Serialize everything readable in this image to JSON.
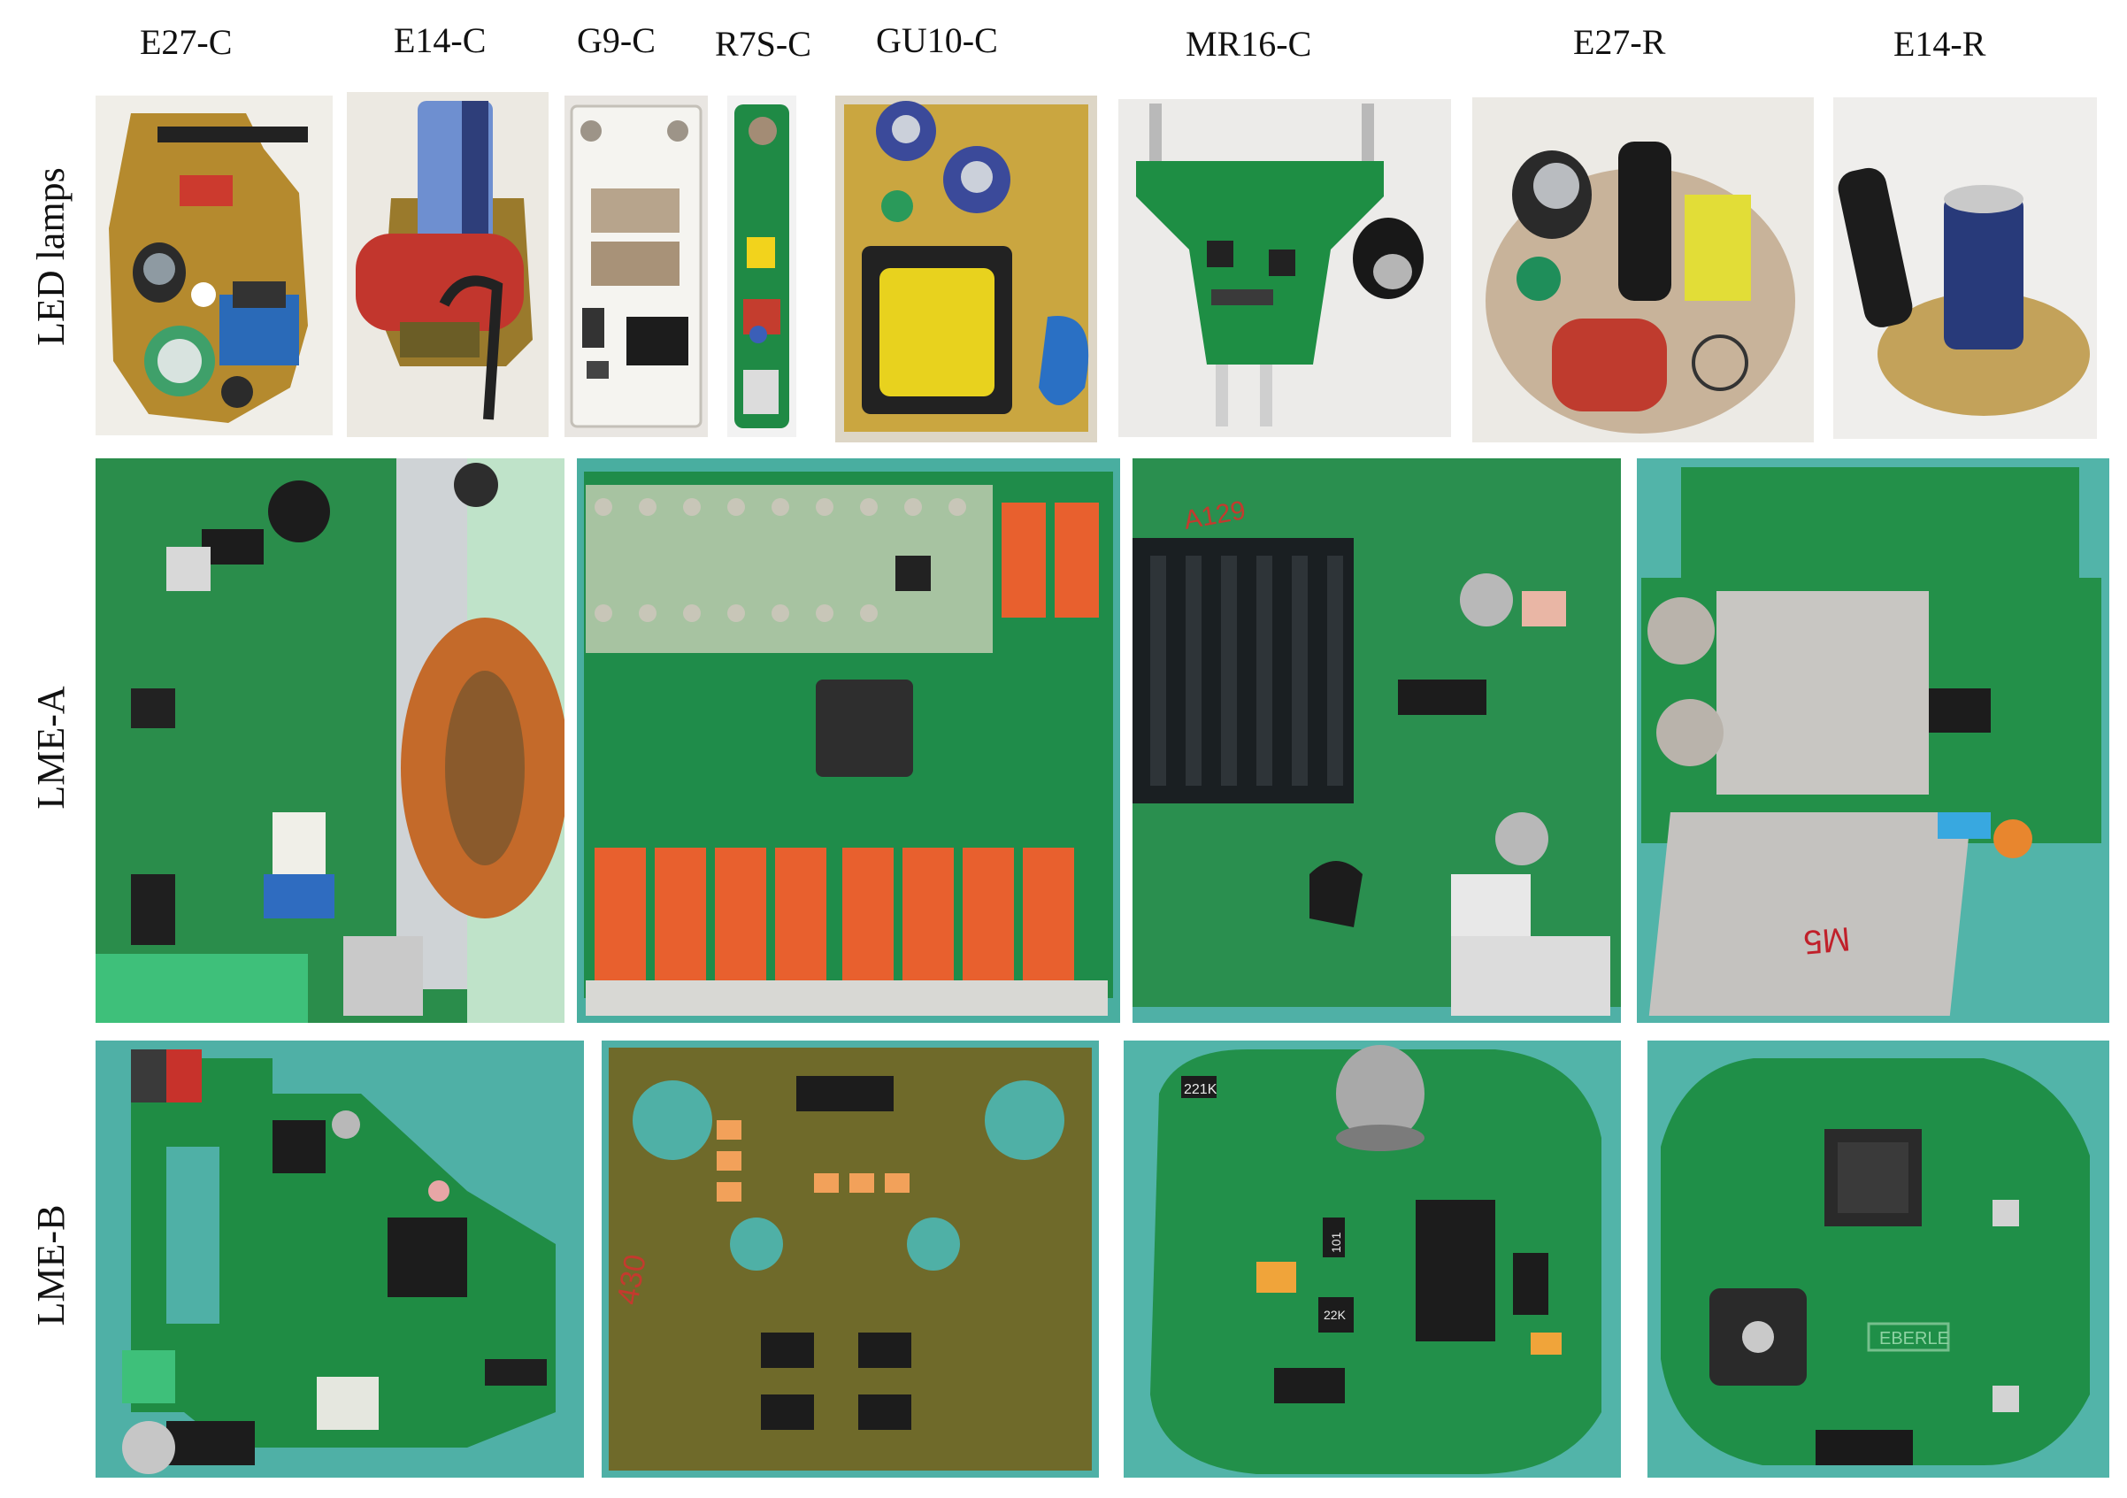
{
  "lamp_labels": [
    "E27-C",
    "E14-C",
    "G9-C",
    "R7S-C",
    "GU10-C",
    "MR16-C",
    "E27-R",
    "E14-R"
  ],
  "row_labels": {
    "led_lamps": "LED lamps",
    "lme_a": "LME-A",
    "lme_b": "LME-B"
  },
  "board_markings": {
    "a129": "A129",
    "m5": "M5",
    "eberle": "EBERLE",
    "r221k": "221K",
    "r101": "101",
    "r22k": "22K",
    "r430": "430"
  },
  "colors": {
    "pcb_green": "#1f8f45",
    "pcb_olive": "#6f6a2a",
    "relay_orange": "#e8602e",
    "mat_teal": "#4fb0a6",
    "copper": "#c46a2a",
    "capacitor_red": "#c0362a"
  }
}
